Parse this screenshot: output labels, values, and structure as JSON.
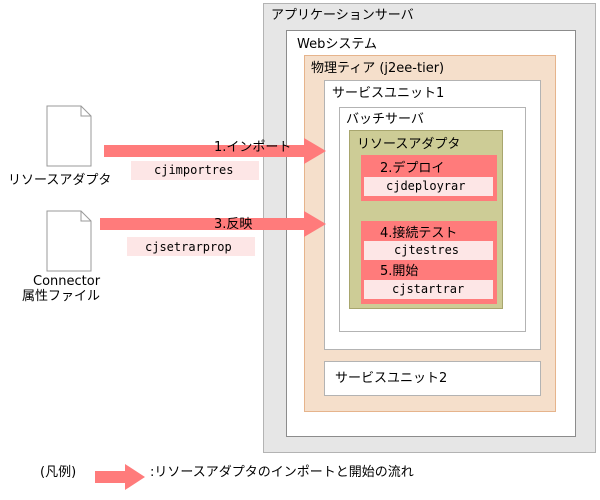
{
  "containers": {
    "app_server": "アプリケーションサーバ",
    "web_system": "Webシステム",
    "physical_tier": "物理ティア (j2ee-tier)",
    "service_unit1": "サービスユニット1",
    "batch_server": "バッチサーバ",
    "resource_adapter": "リソースアダプタ",
    "service_unit2": "サービスユニット2"
  },
  "steps": {
    "deploy": {
      "label": "2.デプロイ",
      "command": "cjdeployrar"
    },
    "connection_test": {
      "label": "4.接続テスト",
      "command": "cjtestres"
    },
    "start": {
      "label": "5.開始",
      "command": "cjstartrar"
    }
  },
  "inputs": {
    "resource_adapter_file": "リソースアダプタ",
    "connector_file_line1": "Connector",
    "connector_file_line2": "属性ファイル"
  },
  "arrows": {
    "import_label": "1.インポート",
    "import_command": "cjimportres",
    "reflect_label": "3.反映",
    "reflect_command": "cjsetrarprop"
  },
  "legend": {
    "prefix": "(凡例)",
    "description": ":リソースアダプタのインポートと開始の流れ"
  },
  "colors": {
    "app_server_fill": "#e6e6e6",
    "tier_fill": "#f5dfcb",
    "adapter_fill": "#cdcc96",
    "step_fill": "#ff7b7b",
    "command_fill": "#fde6e6",
    "arrow": "#ff7b7b"
  }
}
